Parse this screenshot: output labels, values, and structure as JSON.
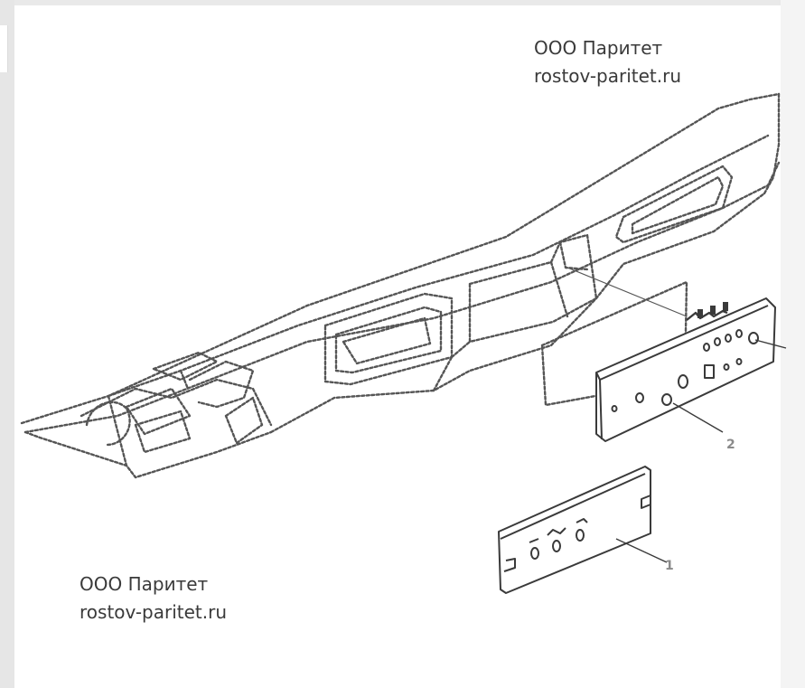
{
  "watermark_top": {
    "line1": "ООО Паритет",
    "line2": "rostov-paritet.ru"
  },
  "watermark_bottom": {
    "line1": "ООО Паритет",
    "line2": "rostov-paritet.ru"
  },
  "callouts": {
    "part_1": "1",
    "part_2": "2"
  },
  "colors": {
    "line": "#3a3a3a",
    "dashed": "#555555",
    "label": "#8a8a8a"
  }
}
